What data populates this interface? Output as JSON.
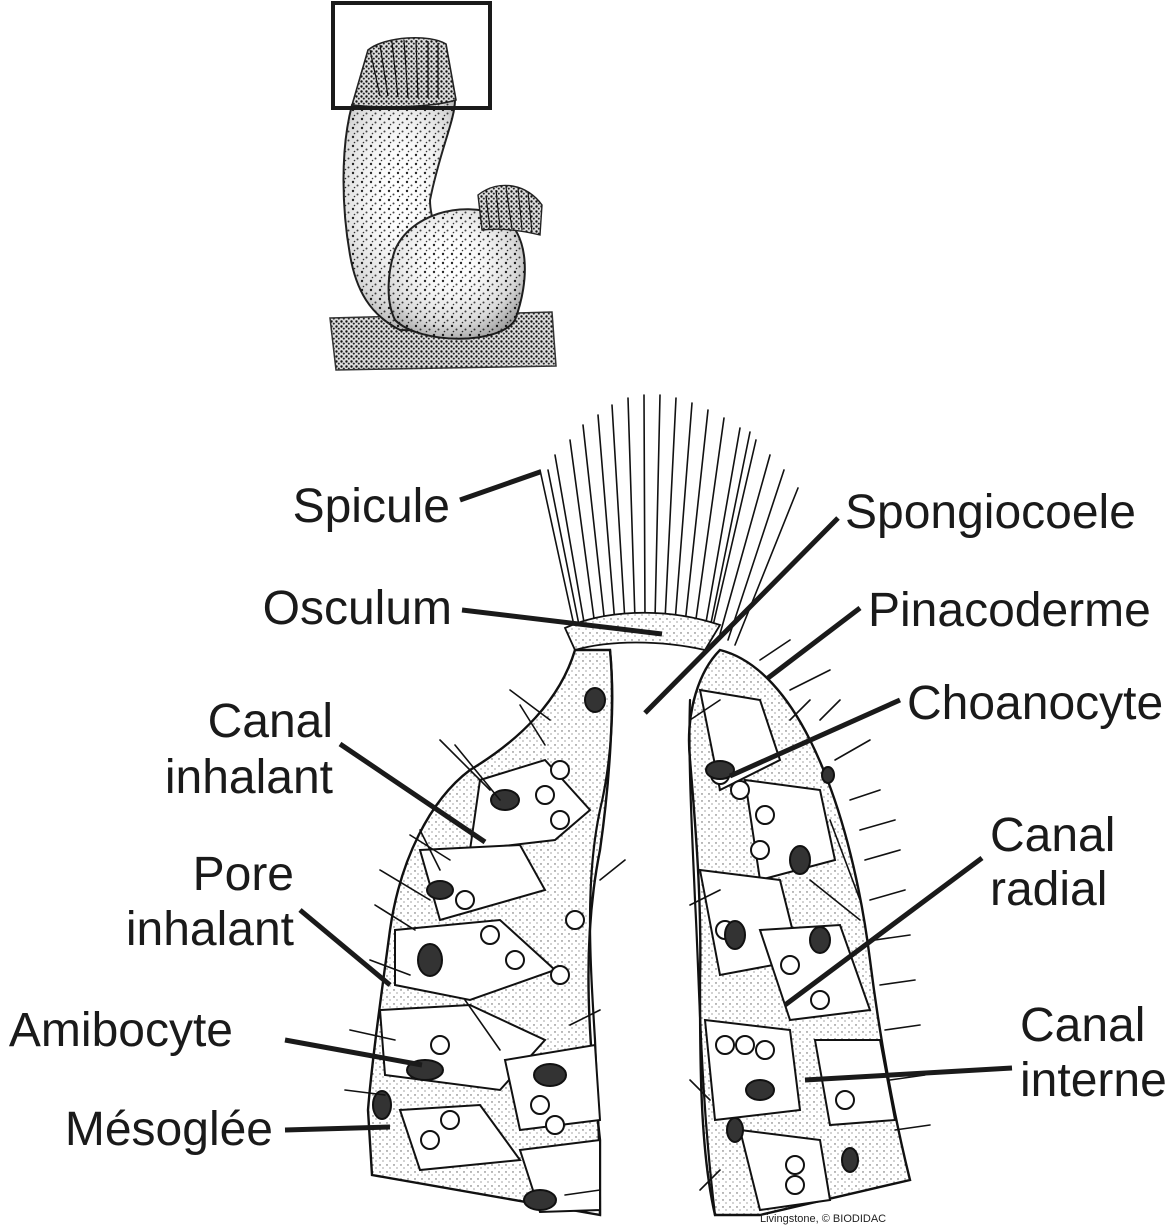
{
  "diagram": {
    "labels": {
      "spicule": "Spicule",
      "osculum": "Osculum",
      "canal_inhalant_1": "Canal",
      "canal_inhalant_2": "inhalant",
      "pore_inhalant_1": "Pore",
      "pore_inhalant_2": "inhalant",
      "amibocyte": "Amibocyte",
      "mesoglee": "Mésoglée",
      "spongiocoele": "Spongiocoele",
      "pinacoderme": "Pinacoderme",
      "choanocyte": "Choanocyte",
      "canal_radial_1": "Canal",
      "canal_radial_2": "radial",
      "canal_interne_1": "Canal",
      "canal_interne_2": "interne"
    },
    "credit": "Livingstone, © BIODIDAC"
  }
}
